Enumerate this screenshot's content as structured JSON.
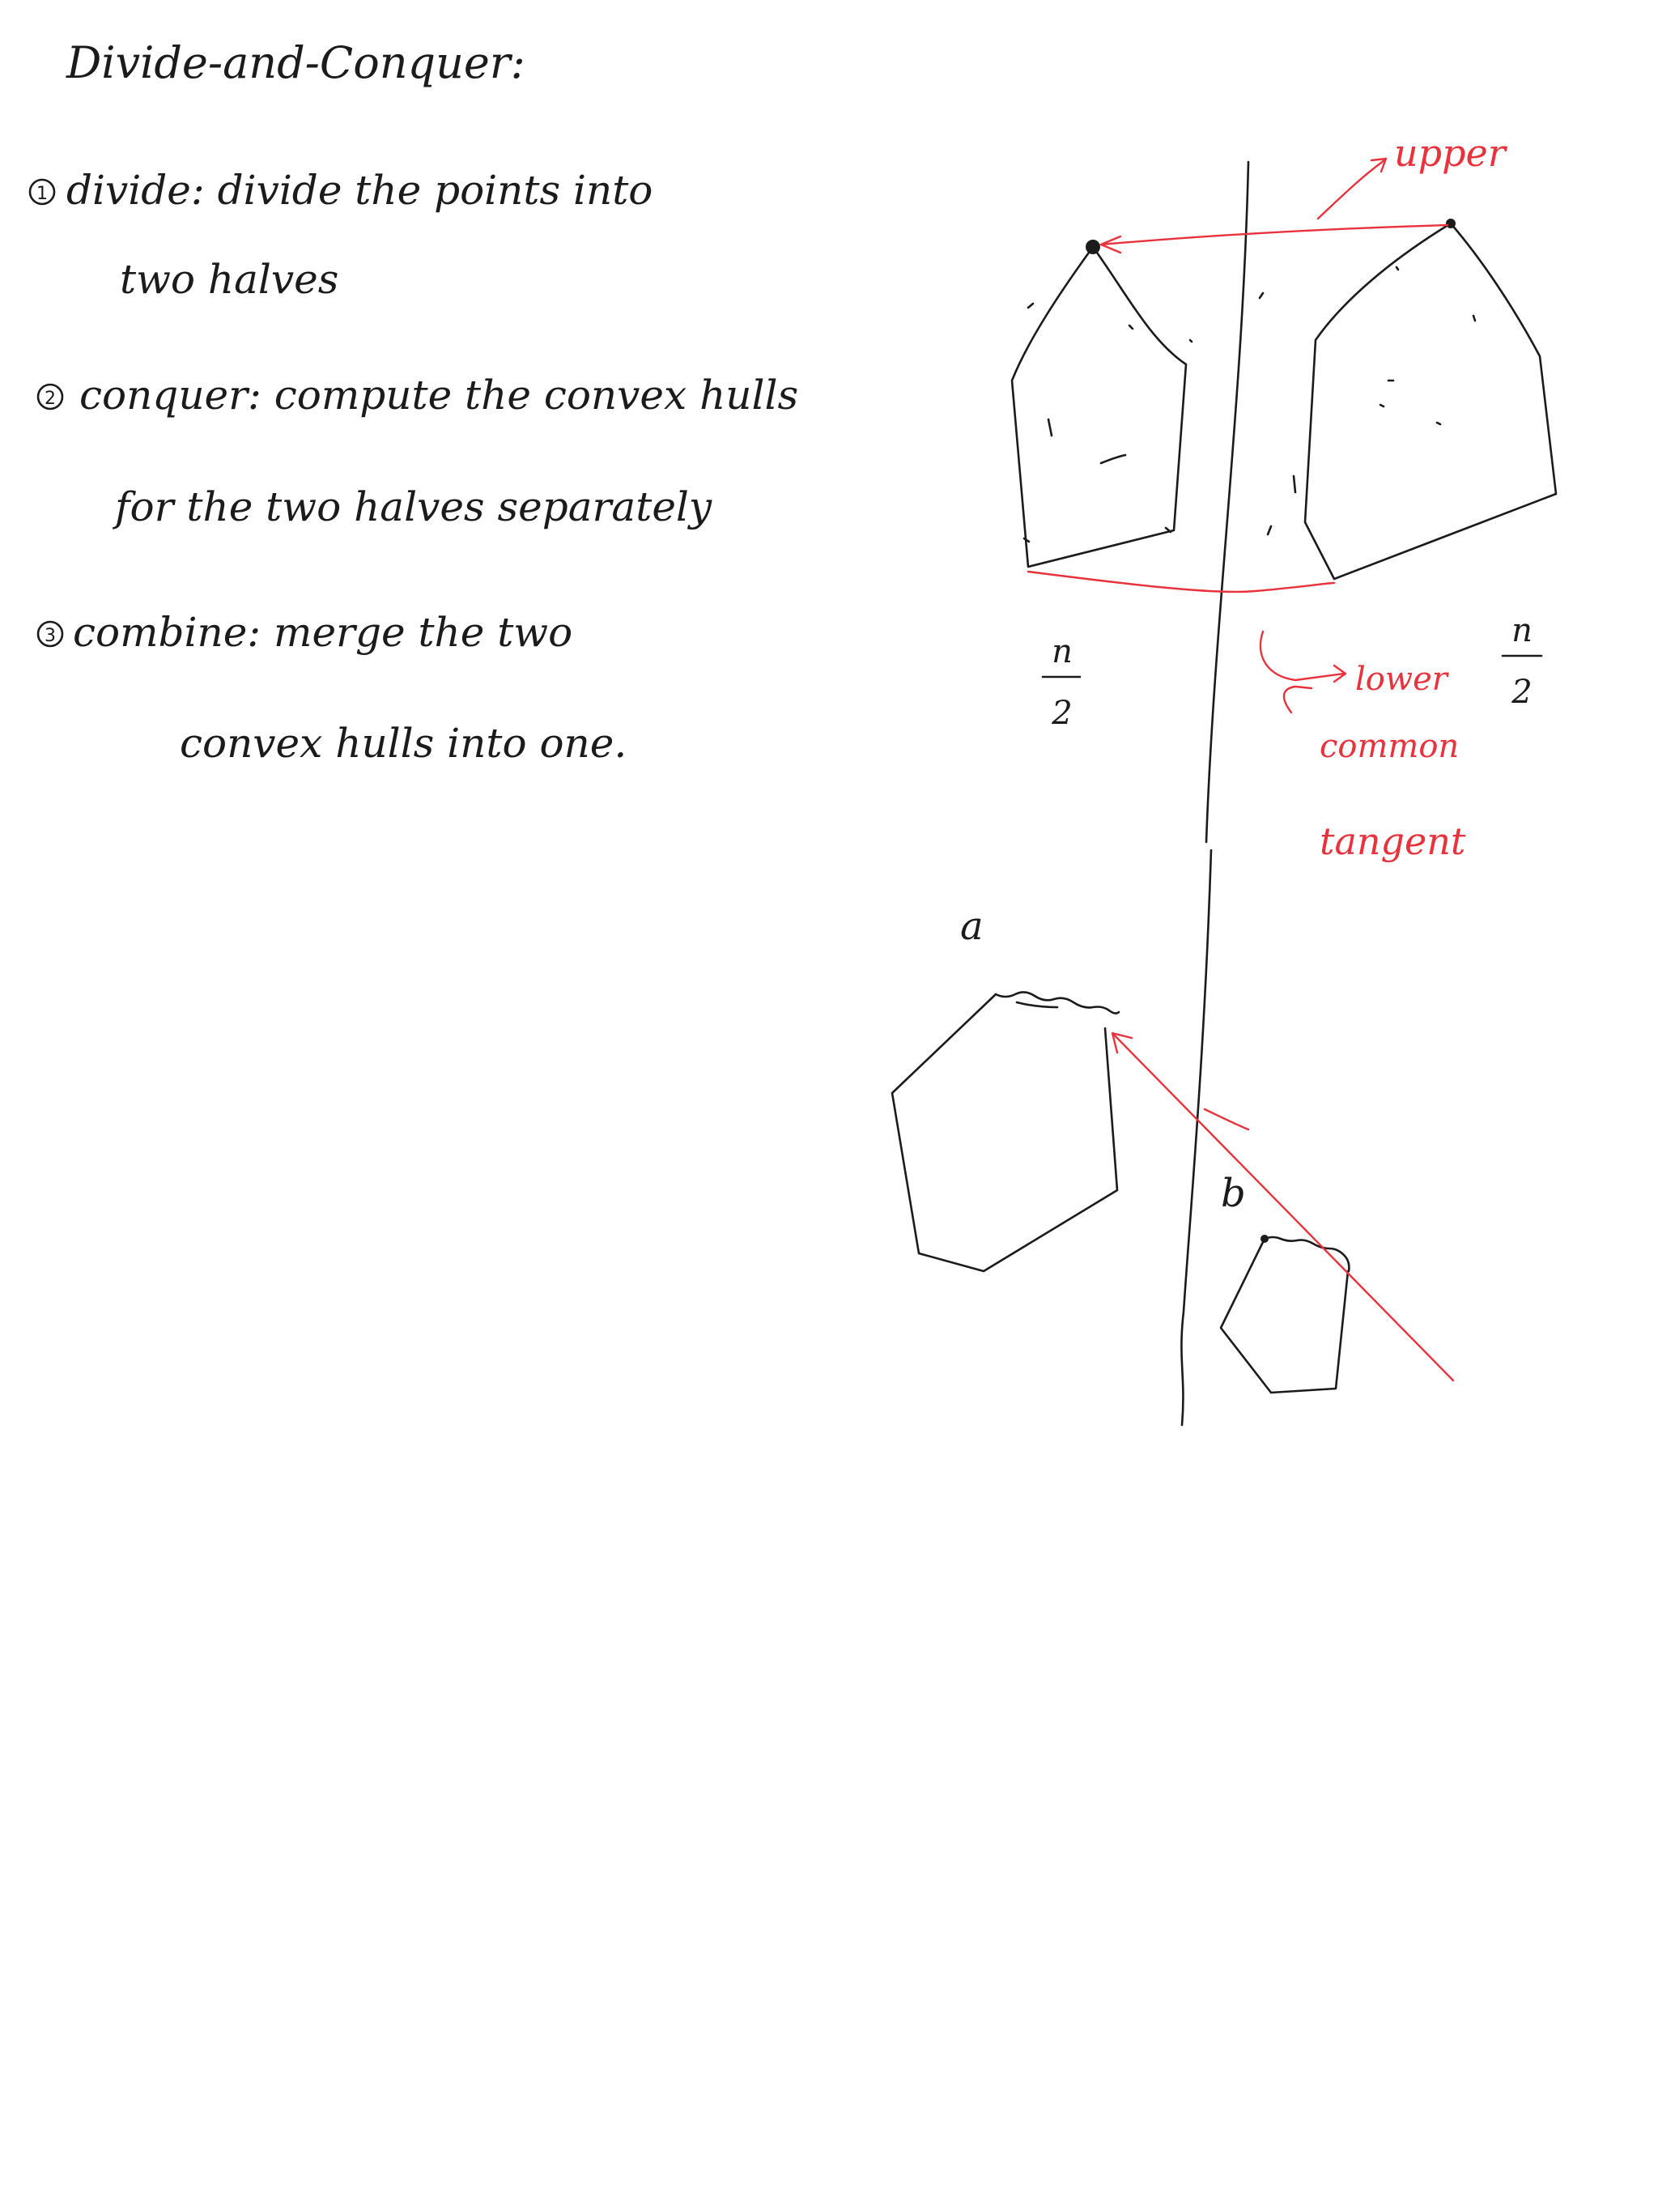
{
  "title": "Divide-and-Conquer:",
  "steps": [
    {
      "marker": "①",
      "line1": "divide: divide the points into",
      "line2": "two halves"
    },
    {
      "marker": "②",
      "line1": "conquer: compute the convex hulls",
      "line2": "for the two halves separately"
    },
    {
      "marker": "③",
      "line1": "combine: merge the two",
      "line2": "convex hulls into one."
    }
  ],
  "diagram1": {
    "left_size": {
      "numerator": "n",
      "denominator": "2"
    },
    "right_size": {
      "numerator": "n",
      "denominator": "2"
    },
    "upper_label": "upper",
    "lower_label": "lower",
    "common_tangent_label_1": "common",
    "common_tangent_label_2": "tangent"
  },
  "diagram2": {
    "label_a": "a",
    "label_b": "b"
  },
  "colors": {
    "ink": "#1b1b1b",
    "accent": "#e8323c",
    "background": "#ffffff"
  }
}
